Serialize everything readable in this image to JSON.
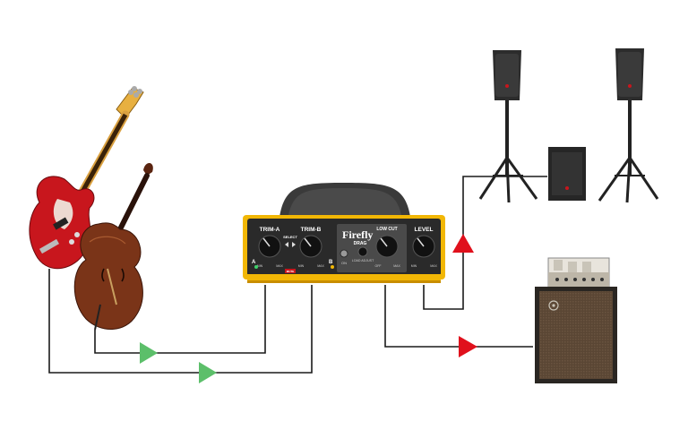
{
  "colors": {
    "cable": "#1a1a1a",
    "input_arrow": "#5cbf6a",
    "output_arrow": "#e0101c",
    "chassis_yellow": "#f2b705",
    "panel": "#2a2a2a",
    "guitar_red": "#c8161d",
    "wood": "#7a3418",
    "amp_brown": "#5a4634"
  },
  "device": {
    "brand": "Firefly",
    "knob_trim_a": "TRIM-A",
    "knob_trim_b": "TRIM-B",
    "select_label": "SELECT",
    "low_cut_label": "LOW CUT",
    "level_label": "LEVEL",
    "drag_label": "DRAG",
    "load_adjust_label": "LOAD ADJUST",
    "on_label": "ON",
    "input_a": "A",
    "input_b": "B",
    "min": "MIN",
    "max": "MAX",
    "off": "OFF",
    "mute_label": "MUTE"
  },
  "icons": {
    "bass_guitar": "electric-bass-guitar-icon",
    "upright_bass": "double-bass-icon",
    "preamp": "preamp-di-box-icon",
    "speaker": "pa-speaker-on-stand-icon",
    "subwoofer": "subwoofer-icon",
    "amp": "bass-amp-stack-icon"
  }
}
